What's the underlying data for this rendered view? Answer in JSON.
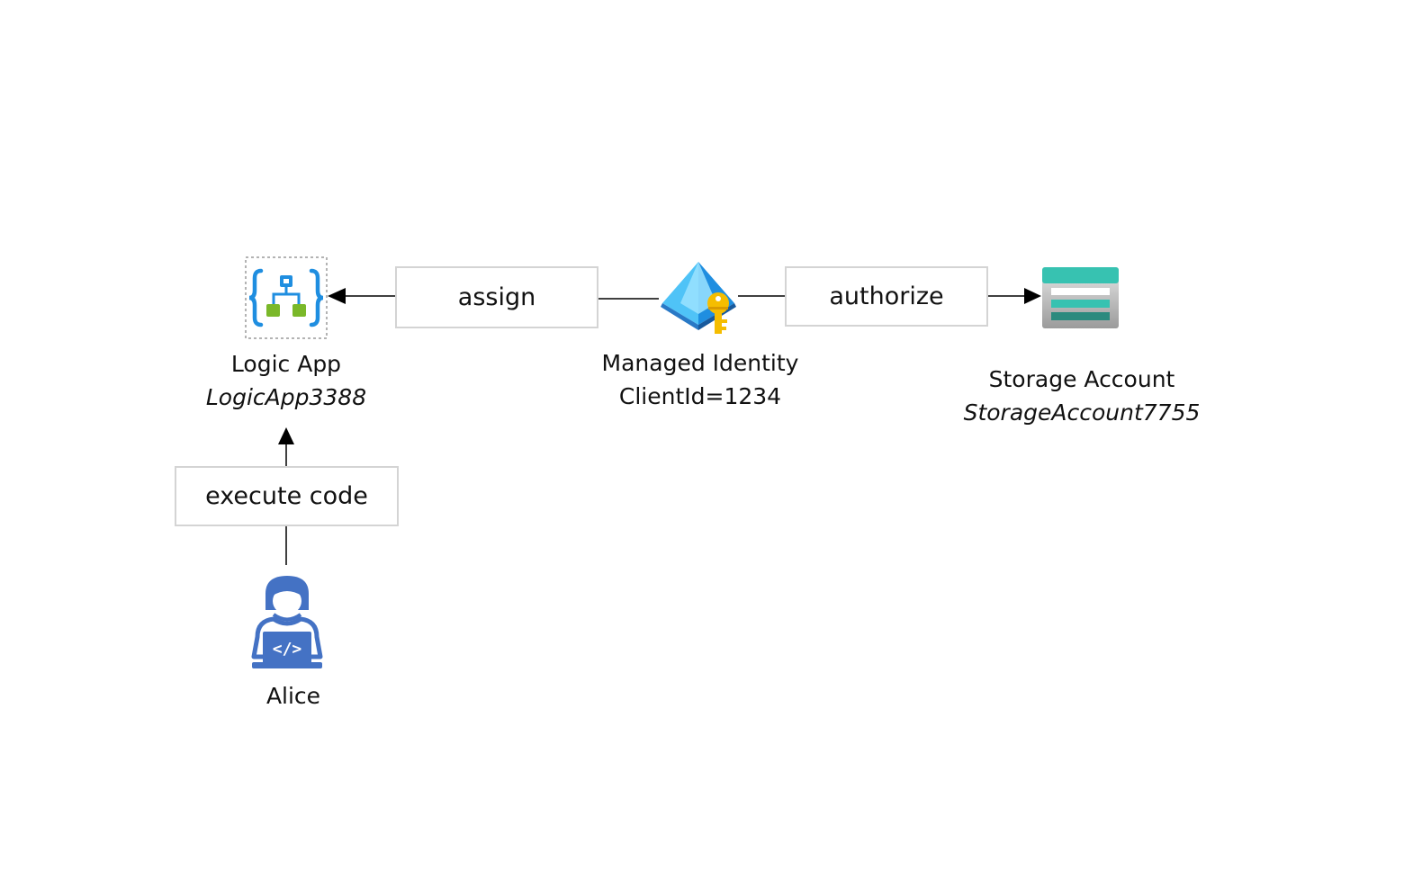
{
  "nodes": {
    "logic_app": {
      "type_label": "Logic App",
      "instance_name": "LogicApp3388",
      "icon": "logic-app-icon"
    },
    "managed_identity": {
      "type_label": "Managed Identity",
      "detail": "ClientId=1234",
      "icon": "managed-identity-icon"
    },
    "storage_account": {
      "type_label": "Storage Account",
      "instance_name": "StorageAccount7755",
      "icon": "storage-account-icon"
    },
    "user": {
      "name": "Alice",
      "icon": "developer-user-icon"
    }
  },
  "edges": {
    "assign": {
      "label": "assign",
      "from": "managed_identity",
      "to": "logic_app"
    },
    "authorize": {
      "label": "authorize",
      "from": "managed_identity",
      "to": "storage_account"
    },
    "execute_code": {
      "label": "execute code",
      "from": "user",
      "to": "logic_app"
    }
  },
  "colors": {
    "box_border": "#d4d4d4",
    "connector": "#000000",
    "azure_blue": "#1f8ee0",
    "logic_green": "#7ab829",
    "storage_teal": "#37c2b1",
    "key_gold": "#f5bd00",
    "user_blue": "#4472c4"
  }
}
